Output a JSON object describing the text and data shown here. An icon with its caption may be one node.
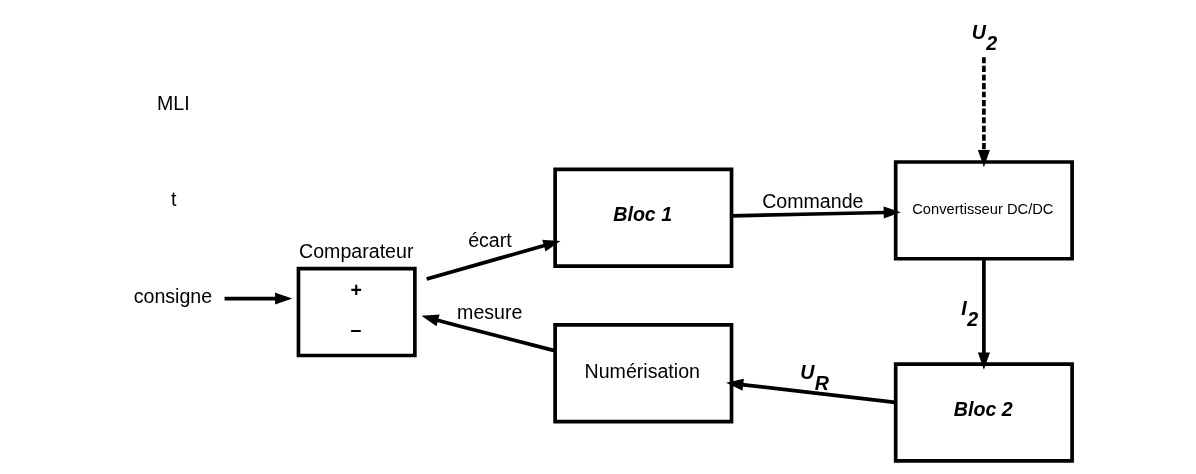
{
  "diagram": {
    "nodes": [
      {
        "text": [
          "Comparateur",
          "+",
          "–"
        ]
      },
      {
        "text": [
          "Bloc 1"
        ]
      },
      {
        "text": [
          "Convertisseur DC/DC"
        ]
      },
      {
        "text": [
          "Bloc 2"
        ]
      },
      {
        "text": [
          "Numérisation"
        ]
      },
      {
        "text": [
          "consigne"
        ]
      },
      {
        "text": [
          "U$_{2}$"
        ]
      }
    ],
    "edges": [
      {
        "from": 5,
        "to": 0,
        "arrow": "to"
      },
      {
        "from": 0,
        "to": 1,
        "arrow": "to",
        "label": "écart"
      },
      {
        "from": 1,
        "to": 2,
        "arrow": "to",
        "label": "Commande"
      },
      {
        "from": 6,
        "to": 2,
        "arrow": "to",
        "style": "dashed"
      },
      {
        "from": 2,
        "to": 3,
        "arrow": "to",
        "label": "I$_{2}$"
      },
      {
        "from": 3,
        "to": 4,
        "arrow": "to",
        "label": "U$_{R}$"
      },
      {
        "from": 4,
        "to": 0,
        "arrow": "to",
        "label": "mesure"
      }
    ],
    "labels": [
      "t",
      "MLI"
    ]
  }
}
